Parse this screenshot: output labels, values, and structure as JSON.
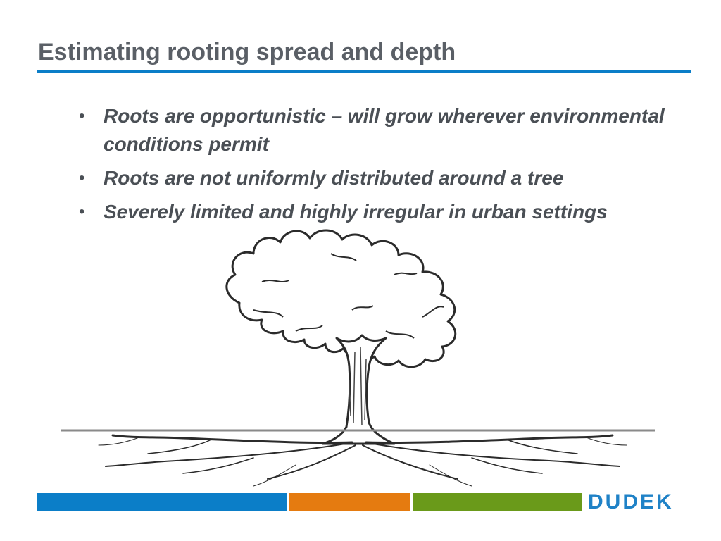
{
  "slide": {
    "title": "Estimating rooting spread and depth",
    "bullets": [
      "Roots are opportunistic – will grow wherever environmental conditions permit",
      "Roots are not uniformly distributed around a tree",
      "Severely limited and highly irregular in urban settings"
    ],
    "bullet_glyph": "•",
    "illustration": "tree-with-roots-drawing"
  },
  "footer": {
    "logo_text": "DUDEK",
    "bars": [
      "blue-bar",
      "orange-bar",
      "green-bar"
    ]
  },
  "colors": {
    "accent_blue": "#0b7ec8",
    "orange": "#e57b10",
    "green": "#6a9a1a",
    "logo": "#1f82c7",
    "title": "#5a5f66",
    "text": "#4a4f55"
  }
}
